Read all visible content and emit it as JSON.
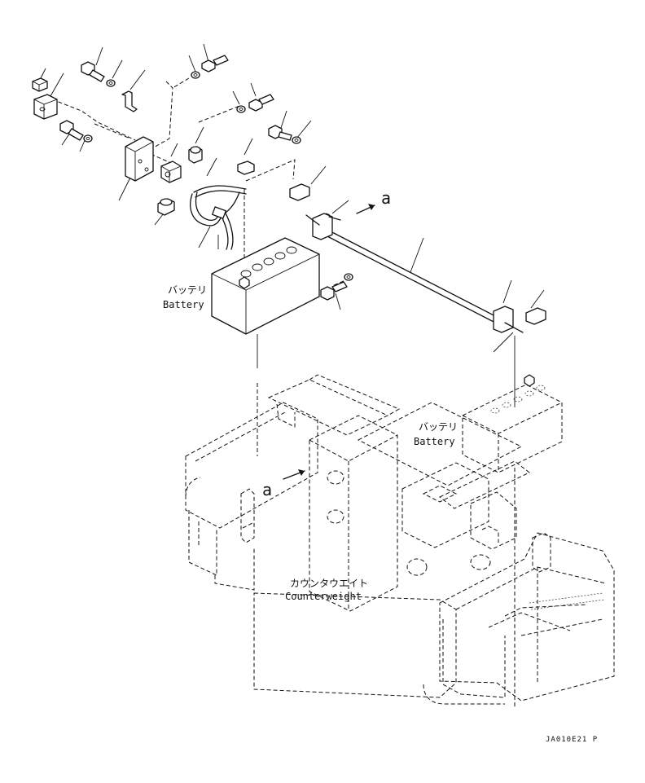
{
  "labels": {
    "battery_jp_1": "バッテリ",
    "battery_en_1": "Battery",
    "battery_jp_2": "バッテリ",
    "battery_en_2": "Battery",
    "counterweight_jp": "カウンタウエイト",
    "counterweight_en": "Counterweight",
    "view_marker_1": "a",
    "view_marker_2": "a",
    "drawing_code": "JA010E21 P"
  }
}
